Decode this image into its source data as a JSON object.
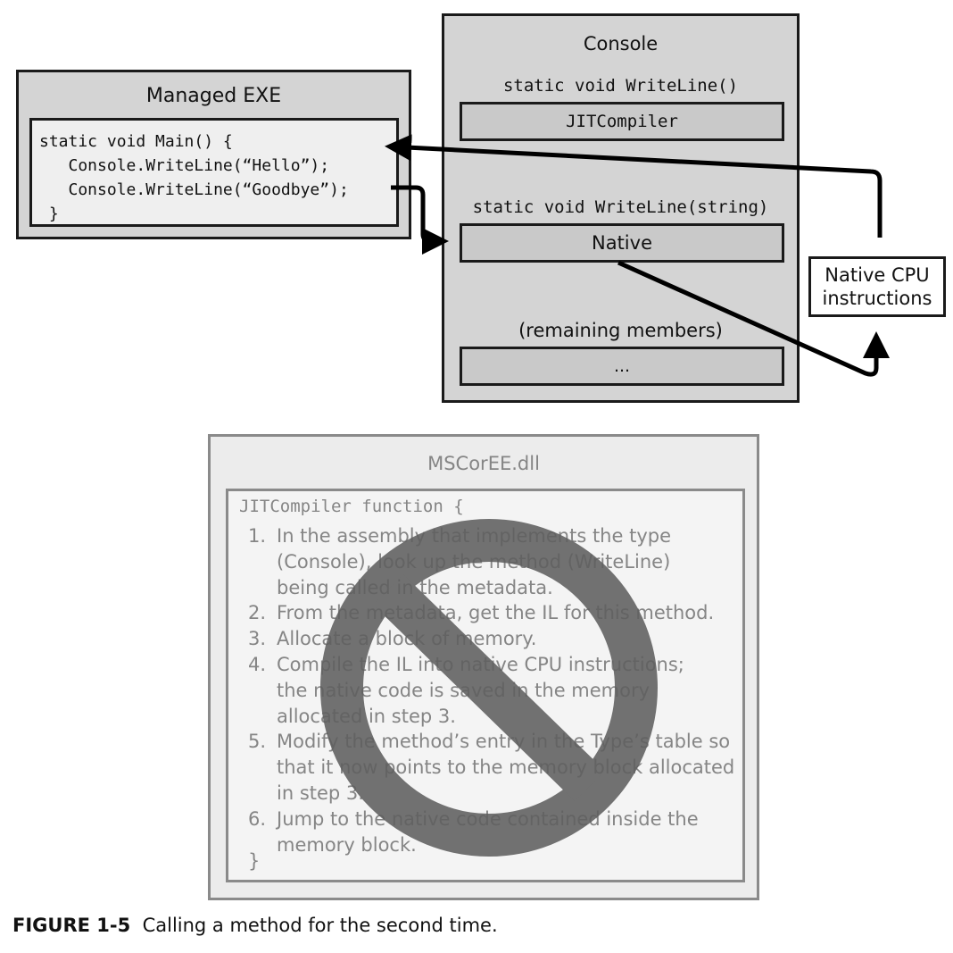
{
  "managed_exe": {
    "title": "Managed EXE",
    "code": "static void Main() {\n   Console.WriteLine(“Hello”);\n   Console.WriteLine(“Goodbye”);\n }"
  },
  "console": {
    "title": "Console",
    "method1_signature": "static void WriteLine()",
    "method1_slot": "JITCompiler",
    "method2_signature": "static void WriteLine(string)",
    "method2_slot": "Native",
    "remaining_label": "(remaining members)",
    "remaining_slot": "..."
  },
  "native_cpu": {
    "label": "Native CPU\ninstructions"
  },
  "mscoree": {
    "title": "MSCorEE.dll",
    "function_header": "JITCompiler function {",
    "steps": [
      {
        "num": "1.",
        "text": "In the assembly that implements the type\n(Console), look up the method (WriteLine)\nbeing called in the metadata."
      },
      {
        "num": "2.",
        "text": "From the metadata, get the IL for this method."
      },
      {
        "num": "3.",
        "text": "Allocate a block of memory."
      },
      {
        "num": "4.",
        "text": "Compile the IL into native CPU instructions;\nthe native code is saved in the memory\nallocated in step 3."
      },
      {
        "num": "5.",
        "text": "Modify the method’s entry in the Type’s table so\nthat it now points to the memory block allocated\nin step 3."
      },
      {
        "num": "6.",
        "text": "Jump to the native code contained inside the\nmemory block."
      }
    ],
    "function_close": "}"
  },
  "caption": {
    "label": "FIGURE 1-5",
    "text": "Calling a method for the second time."
  },
  "colors": {
    "box_fill": "#d4d4d4",
    "dimmed_text": "#858585",
    "prohibition_sign": "#5f5f5f"
  }
}
